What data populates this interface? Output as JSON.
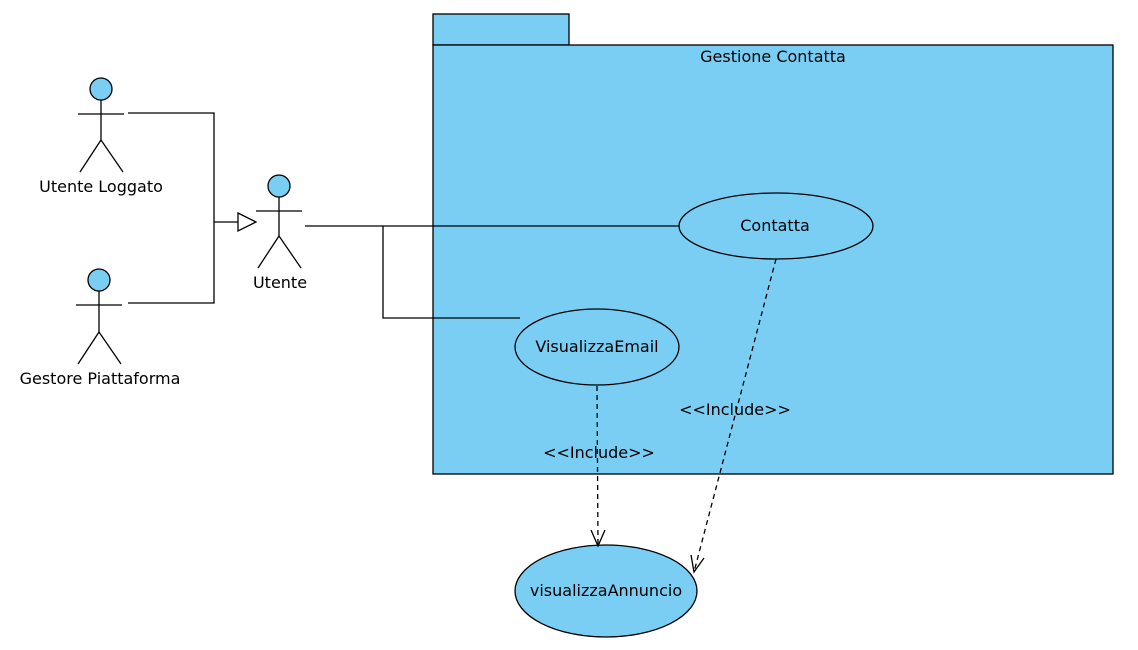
{
  "package": {
    "title": "Gestione Contatta"
  },
  "actors": {
    "utente_loggato": "Utente Loggato",
    "gestore_piattaforma": "Gestore Piattaforma",
    "utente": "Utente"
  },
  "use_cases": {
    "contatta": "Contatta",
    "visualizza_email": "VisualizzaEmail",
    "visualizza_annuncio": "visualizzaAnnuncio"
  },
  "relations": {
    "include_email": "<<Include>>",
    "include_contatta": "<<Include>>"
  },
  "colors": {
    "fill": "#7ACEF4",
    "stroke": "#000000"
  }
}
